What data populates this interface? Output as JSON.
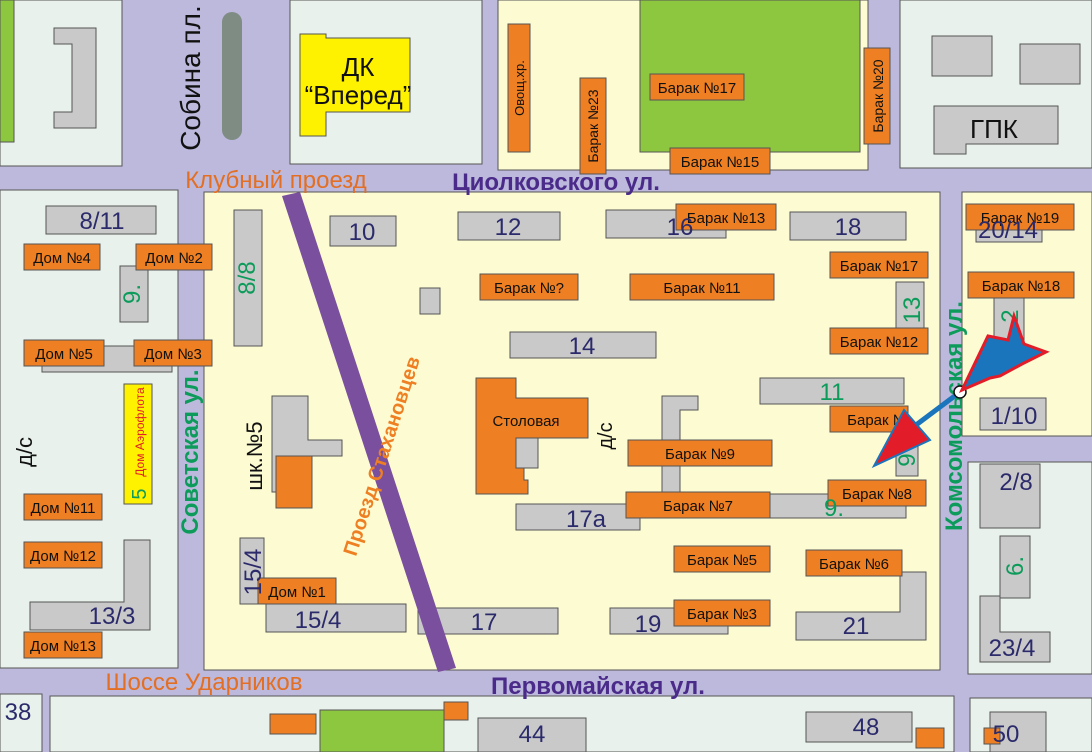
{
  "colors": {
    "street": "#bdb9dc",
    "block_white": "#e8f1ec",
    "block_yellow": "#fdfbd2",
    "building_gray": "#c9c9c9",
    "barrack_orange": "#ee7f22",
    "park_green": "#8dc63f",
    "dk_yellow": "#fff200",
    "stakhanovtsev_purple": "#7a4f9e",
    "street_name_orange": "#e26f23",
    "street_name_purple": "#4b2b8a",
    "street_name_green": "#0c9b5a",
    "arrow_red": "#e21c28",
    "arrow_blue": "#1b75bc"
  },
  "streets": {
    "sobina": "Собина пл.",
    "klubny": "Клубный проезд",
    "tsiolkovskogo": "Циолковского ул.",
    "sovetskaya": "Советская ул.",
    "stakhanovtsev": "Проезд Стахановцев",
    "komsomolskaya": "Комсомольская ул.",
    "udarnikov": "Шоссе Ударников",
    "pervomayskaya": "Первомайская ул."
  },
  "places": {
    "dk_line1": "ДК",
    "dk_line2": "“Вперед”",
    "gpk": "ГПК",
    "ovoshch": "Овощ.хр.",
    "stolovaya": "Столовая",
    "ds_left": "д/с",
    "ds_center": "д/с",
    "school": "шк.№5",
    "aeroflot_num": "5",
    "aeroflot": "Дом Аэрофлота"
  },
  "barracks": {
    "b17_top": "Барак №17",
    "b20": "Барак №20",
    "b23": "Барак №23",
    "b15": "Барак №15",
    "b13": "Барак №13",
    "b19": "Барак №19",
    "b17_right": "Барак №17",
    "b18": "Барак №18",
    "bq": "Барак №?",
    "b11": "Барак №11",
    "b12": "Барак №12",
    "b10": "Барак №",
    "b9": "Барак №9",
    "b8": "Барак №8",
    "b7": "Барак №7",
    "b5": "Барак №5",
    "b6": "Барак №6",
    "b3": "Барак №3"
  },
  "houses": {
    "d4": "Дом №4",
    "d2": "Дом №2",
    "d5": "Дом №5",
    "d3": "Дом №3",
    "d11": "Дом №11",
    "d12": "Дом №12",
    "d13": "Дом №13",
    "d1": "Дом №1"
  },
  "numbers": {
    "n8_11": "8/11",
    "n9_left": "9.",
    "n8_8": "8/8",
    "n13_3": "13/3",
    "n15_4_v": "15/4",
    "n15_4": "15/4",
    "n10": "10",
    "n12": "12",
    "n16": "16",
    "n18": "18",
    "n14": "14",
    "n11": "11",
    "n13": "13",
    "n17a": "17а",
    "n17": "17",
    "n19": "19",
    "n21": "21",
    "n9_center": "9.",
    "n9_right": "9",
    "n20_14": "20/14",
    "n22": "2",
    "n1_10": "1/10",
    "n2_8": "2/8",
    "n6": "6.",
    "n23_4": "23/4",
    "n38": "38",
    "n44": "44",
    "n48": "48",
    "n50": "50"
  }
}
